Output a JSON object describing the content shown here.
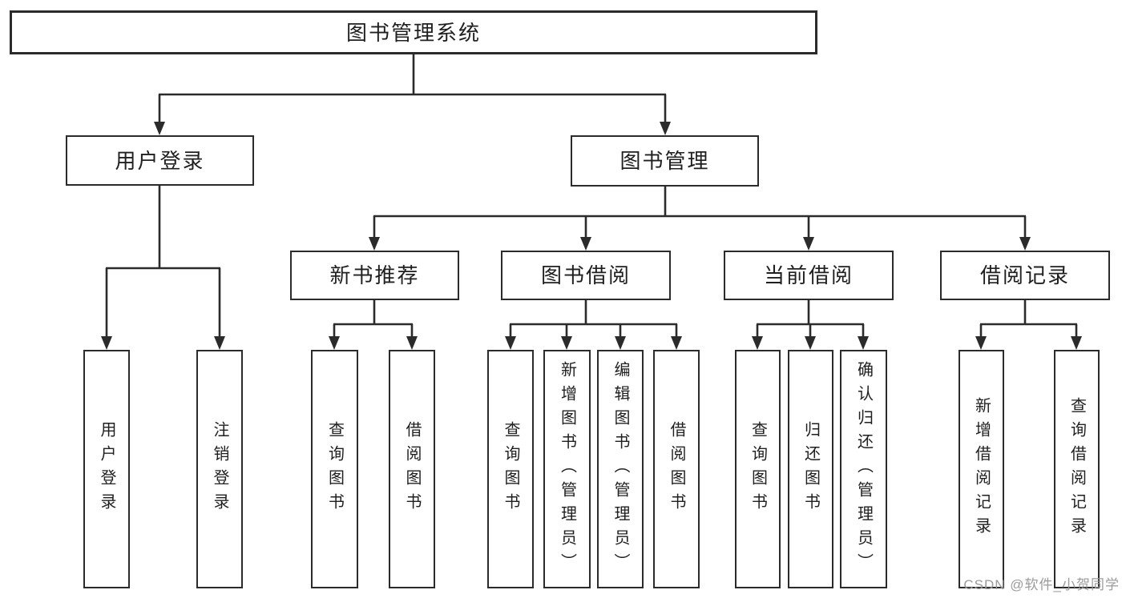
{
  "diagram": {
    "title": "图书管理系统",
    "root": "图书管理系统",
    "level2": [
      "用户登录",
      "图书管理"
    ],
    "level3": [
      "新书推荐",
      "图书借阅",
      "当前借阅",
      "借阅记录"
    ],
    "leaves_user_login": [
      "用户登录",
      "注销登录"
    ],
    "leaves_new_books": [
      "查询图书",
      "借阅图书"
    ],
    "leaves_book_borrow": [
      "查询图书",
      "新增图书（管理员）",
      "编辑图书（管理员）",
      "借阅图书"
    ],
    "leaves_current_borrow": [
      "查询图书",
      "归还图书",
      "确认归还（管理员）"
    ],
    "leaves_borrow_records": [
      "新增借阅记录",
      "查询借阅记录"
    ]
  },
  "watermark": {
    "text": "CSDN @软件_小贺同学",
    "color": "#9b9b9b"
  },
  "colors": {
    "line": "#2b2b2b",
    "box_border": "#2b2b2b",
    "text": "#1f1f1f",
    "background": "#ffffff"
  }
}
